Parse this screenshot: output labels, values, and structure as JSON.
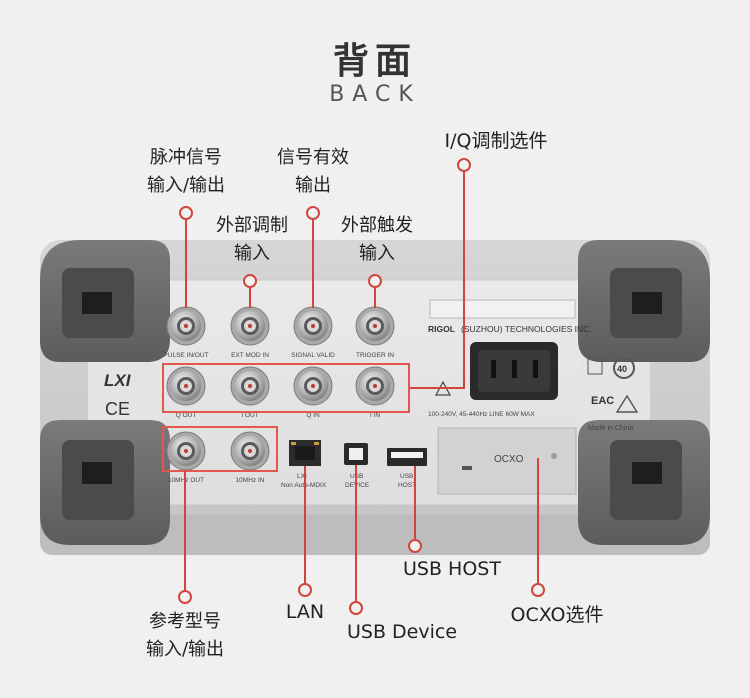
{
  "header": {
    "title_cn": "背面",
    "title_en": "BACK"
  },
  "callouts": {
    "pulse": [
      "脉冲信号",
      "输入/输出"
    ],
    "signal_valid": [
      "信号有效",
      "输出"
    ],
    "ext_mod": [
      "外部调制",
      "输入"
    ],
    "ext_trig": [
      "外部触发",
      "输入"
    ],
    "iq": "I/Q调制选件",
    "ref": [
      "参考型号",
      "输入/输出"
    ],
    "lan": "LAN",
    "usb_device": "USB Device",
    "usb_host": "USB HOST",
    "ocxo_opt": "OCXO选件"
  },
  "panel": {
    "brand": "RIGOL",
    "company": "(SUZHOU) TECHNOLOGIES INC.",
    "lxi": "LXI",
    "ce": "CE",
    "power_spec": "100-240V, 45-440Hz     LINE 60W MAX",
    "made_in": "Made in China",
    "ocxo": "OCXO",
    "row1": [
      "PULSE IN/OUT",
      "EXT MOD IN",
      "SIGNAL VALID",
      "TRIGGER IN"
    ],
    "row2": [
      "Q OUT",
      "I OUT",
      "Q IN",
      "I IN"
    ],
    "row3": [
      "10MHz OUT",
      "10MHz IN"
    ],
    "lan_label": [
      "LXI",
      "Non Auto-MDIX"
    ],
    "usb_dev_label": [
      "USB",
      "DEVICE"
    ],
    "usb_host_label": [
      "USB",
      "HOST"
    ]
  },
  "colors": {
    "accent": "#d0463c",
    "bracket": "#e2584f",
    "bumper": "#6b6b6d",
    "panel": "#dcdcdc"
  }
}
